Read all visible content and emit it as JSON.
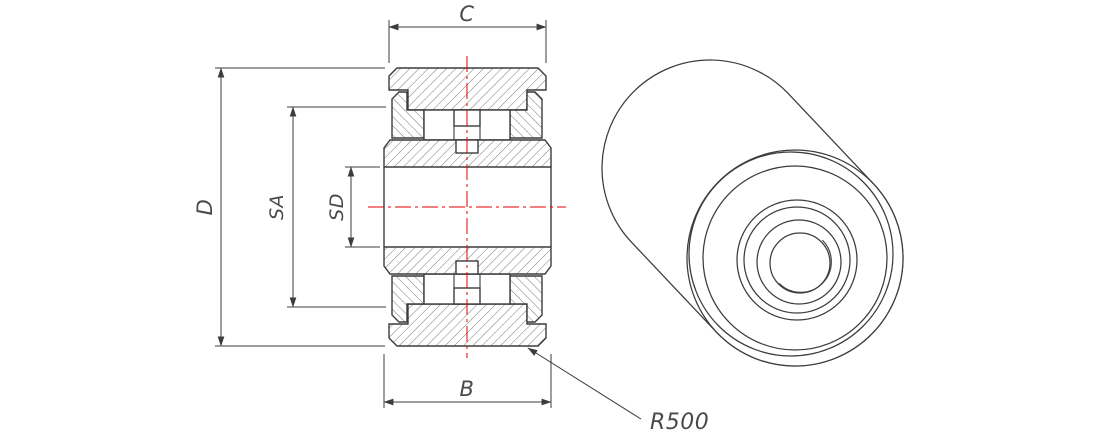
{
  "drawing": {
    "dimension_labels": {
      "c": "C",
      "d": "D",
      "sa": "SA",
      "sd": "SD",
      "b": "B",
      "r500": "R500"
    },
    "colors": {
      "line": "#3c3c3c",
      "centerline": "#e60000",
      "hatch": "#6a6a6a",
      "text": "#4a4a4a",
      "background": "#ffffff"
    }
  }
}
